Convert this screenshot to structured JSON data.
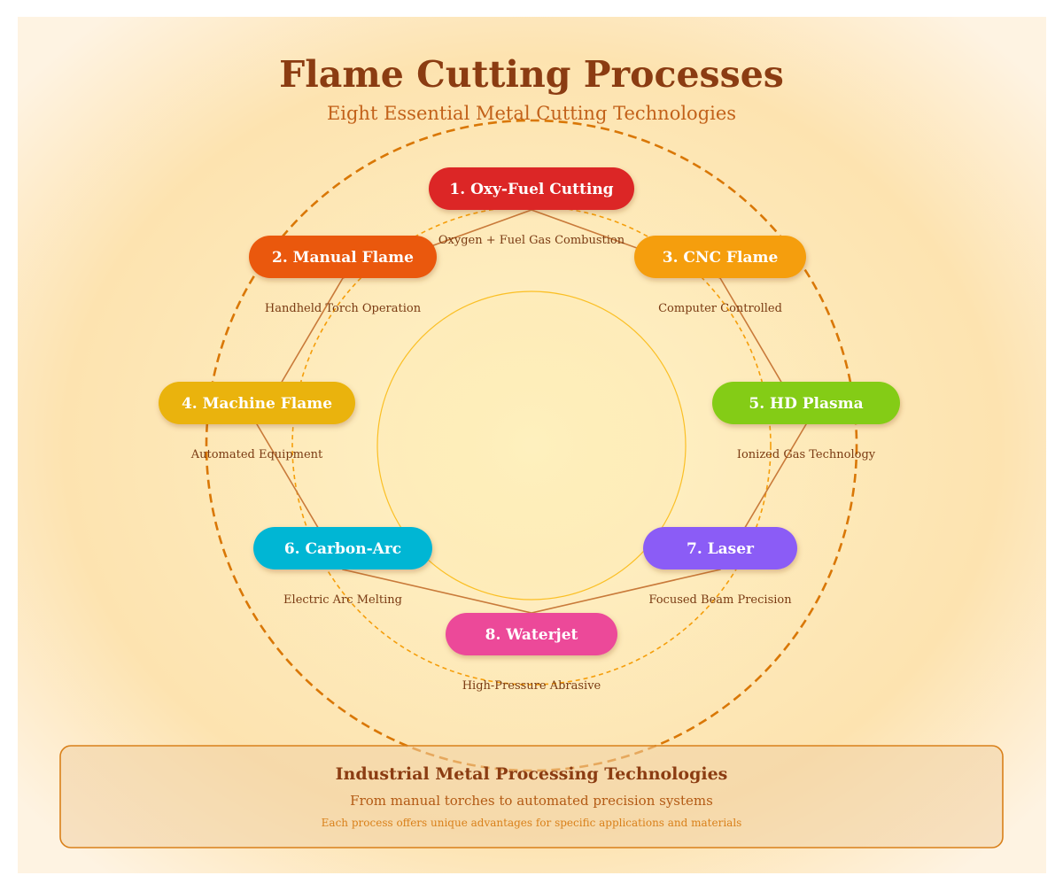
{
  "header": {
    "title": "Flame Cutting Processes",
    "subtitle": "Eight Essential Metal Cutting Technologies"
  },
  "processes": [
    {
      "label": "1. Oxy-Fuel Cutting",
      "description": "Oxygen + Fuel Gas Combustion",
      "color": "#dc2626",
      "icon": "oxy-fuel"
    },
    {
      "label": "2. Manual Flame",
      "description": "Handheld Torch Operation",
      "color": "#ea580c",
      "icon": "manual-flame"
    },
    {
      "label": "3. CNC Flame",
      "description": "Computer Controlled",
      "color": "#f59e0b",
      "icon": "cnc-flame"
    },
    {
      "label": "4. Machine Flame",
      "description": "Automated Equipment",
      "color": "#eab308",
      "icon": "machine-flame"
    },
    {
      "label": "5. HD Plasma",
      "description": "Ionized Gas Technology",
      "color": "#84cc16",
      "icon": "hd-plasma"
    },
    {
      "label": "6. Carbon-Arc",
      "description": "Electric Arc Melting",
      "color": "#06b6d4",
      "icon": "carbon-arc"
    },
    {
      "label": "7. Laser",
      "description": "Focused Beam Precision",
      "color": "#8b5cf6",
      "icon": "laser"
    },
    {
      "label": "8. Waterjet",
      "description": "High-Pressure Abrasive",
      "color": "#ec4899",
      "icon": "waterjet"
    }
  ],
  "footer": {
    "title": "Industrial Metal Processing Technologies",
    "subtitle": "From manual torches to automated precision systems",
    "note": "Each process offers unique advantages for specific applications and materials"
  },
  "colors": {
    "title": "#8b3c12",
    "subtitle": "#c2611a",
    "dashed_ring": "#d97706",
    "inner_ring": "#fbbf24",
    "connector": "#c97a3a",
    "footer_border": "#d9801a"
  }
}
